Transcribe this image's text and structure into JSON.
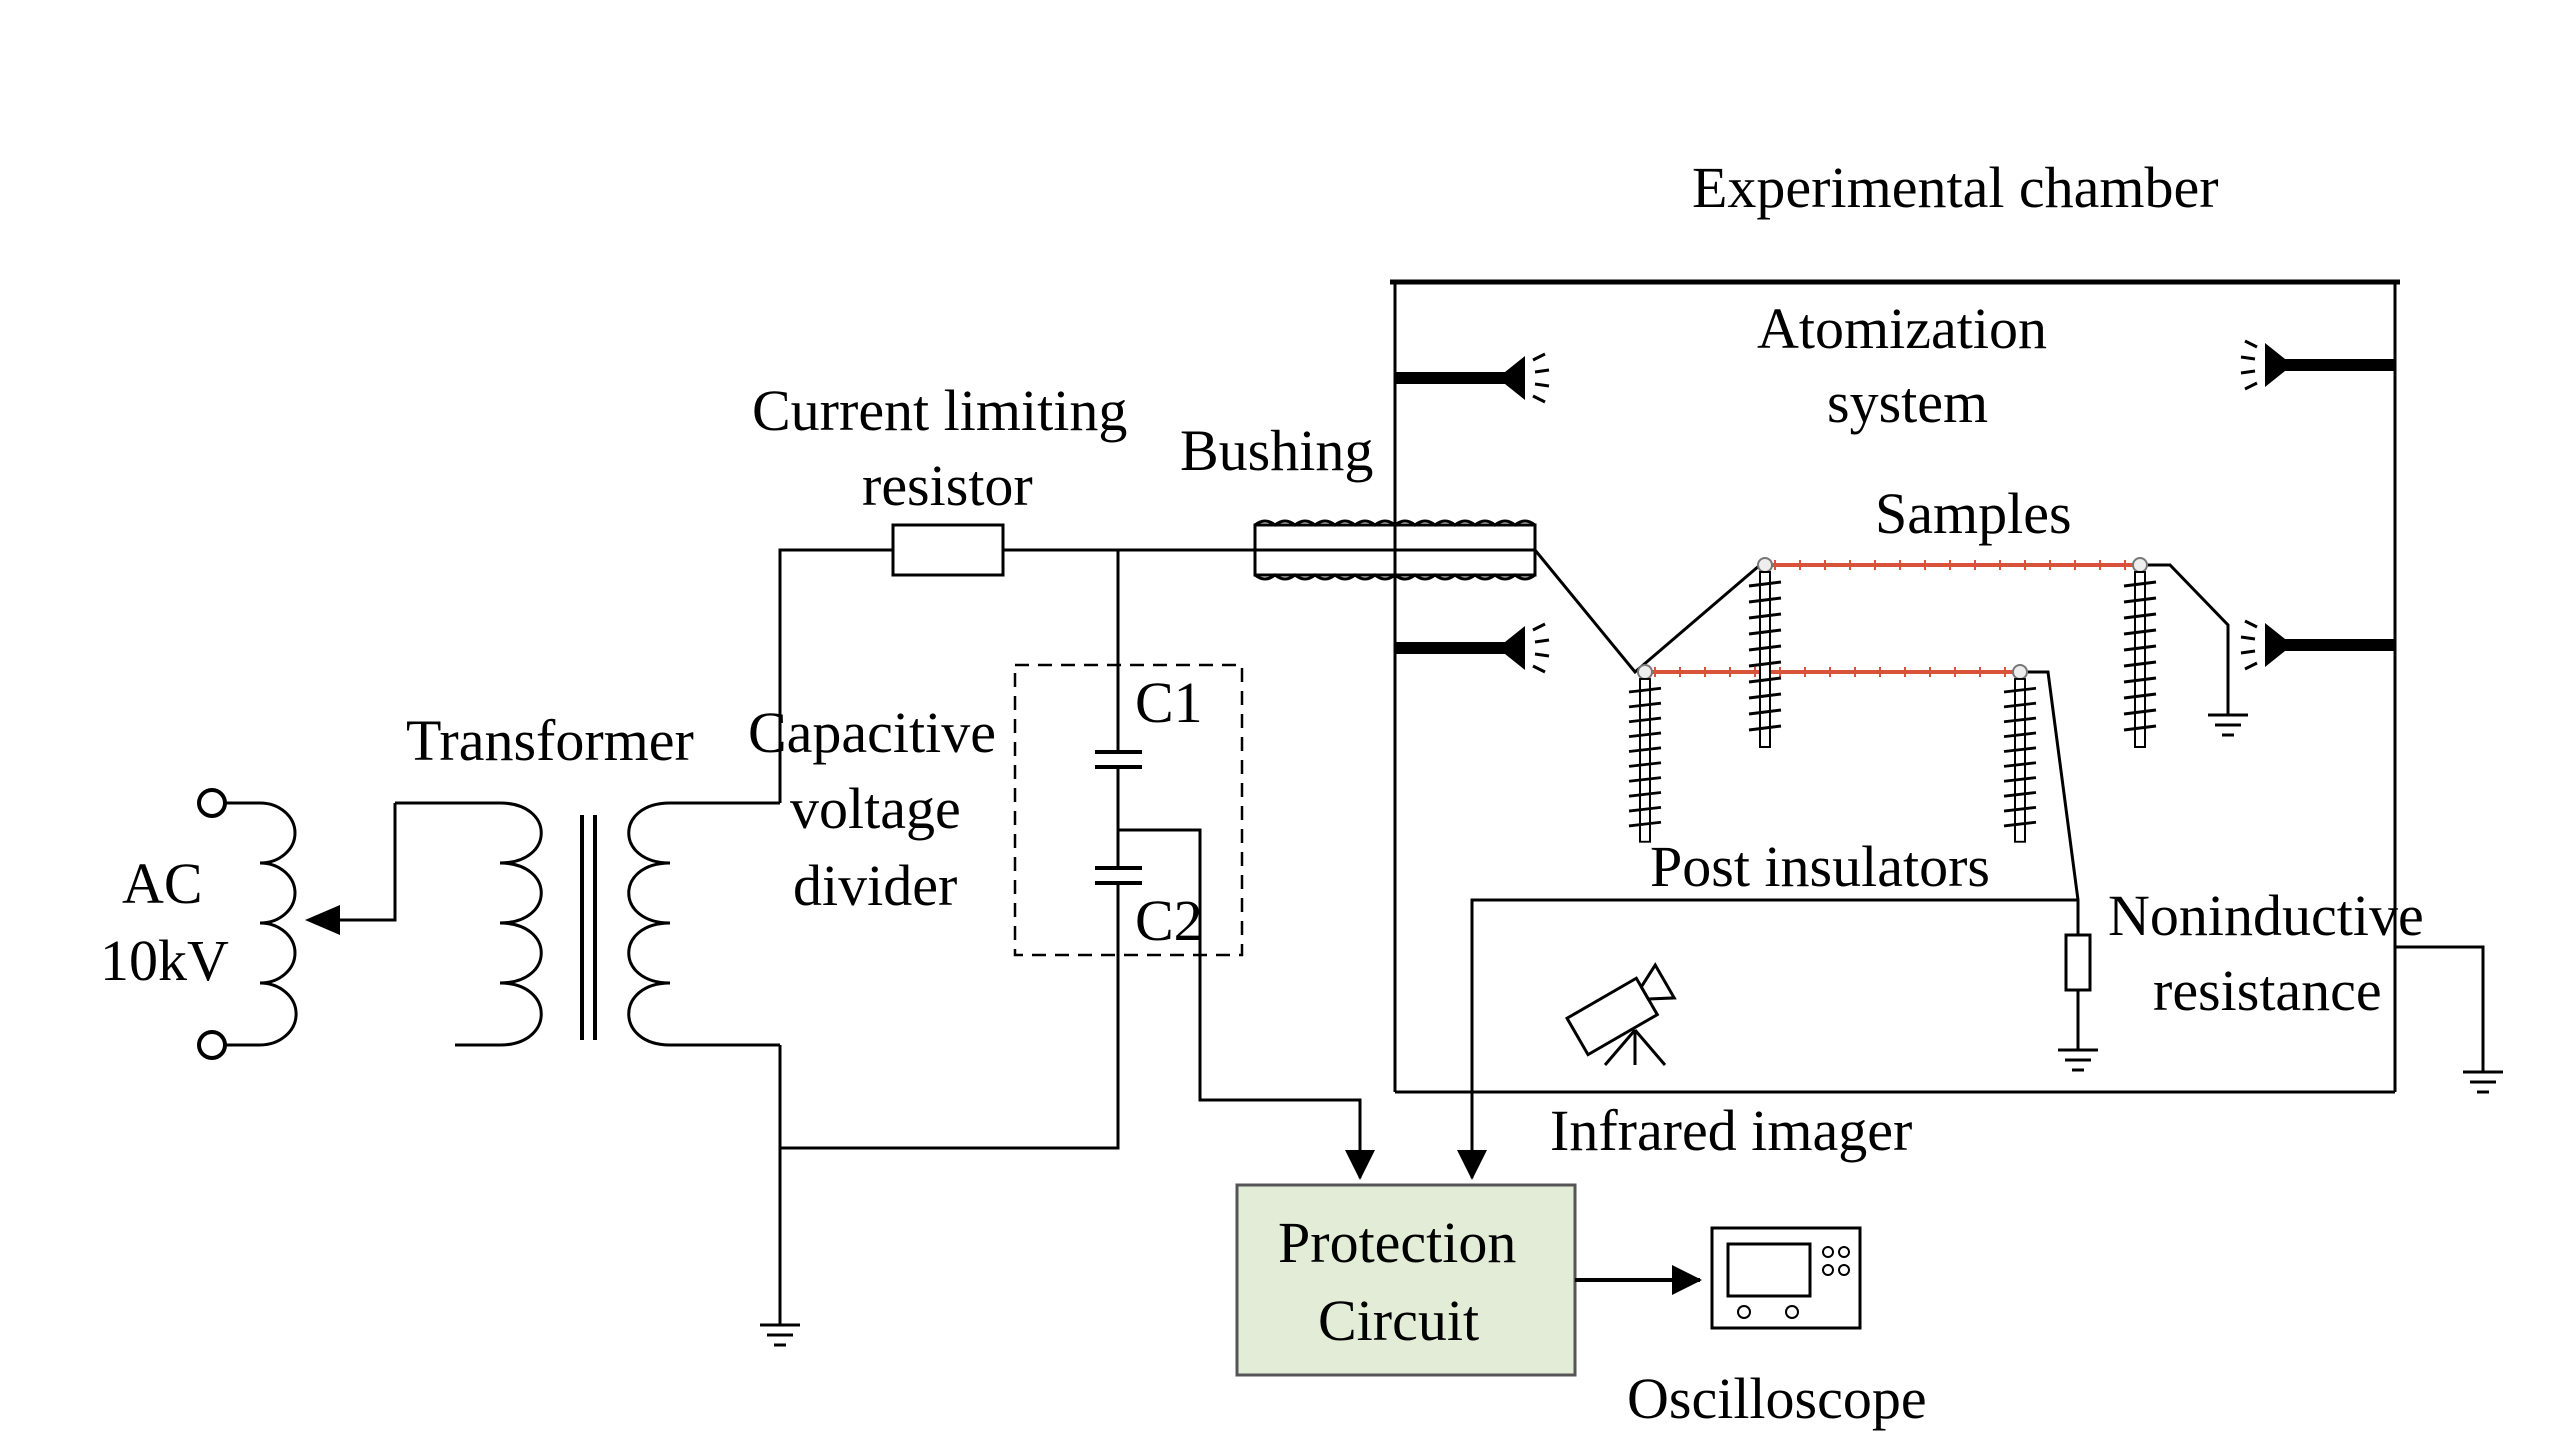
{
  "labels": {
    "chamber": "Experimental chamber",
    "atomization_line1": "Atomization",
    "atomization_line2": "system",
    "current_limiting_line1": "Current limiting",
    "current_limiting_line2": "resistor",
    "bushing": "Bushing",
    "samples": "Samples",
    "transformer": "Transformer",
    "capacitive_line1": "Capacitive",
    "capacitive_line2": "voltage",
    "capacitive_line3": "divider",
    "c1": "C1",
    "c2": "C2",
    "ac_line1": "AC",
    "ac_line2": "10kV",
    "post_insulators": "Post insulators",
    "noninductive_line1": "Noninductive",
    "noninductive_line2": "resistance",
    "infrared_imager": "Infrared imager",
    "protection_line1": "Protection",
    "protection_line2": "Circuit",
    "oscilloscope": "Oscilloscope"
  },
  "colors": {
    "wire": "#000000",
    "sample_rod": "#d9533b",
    "protection_fill": "#e2ecd6",
    "protection_border": "#555555"
  },
  "icons": [
    "nozzle-icon",
    "ground-icon",
    "camera-icon",
    "oscilloscope-icon",
    "insulator-icon"
  ]
}
